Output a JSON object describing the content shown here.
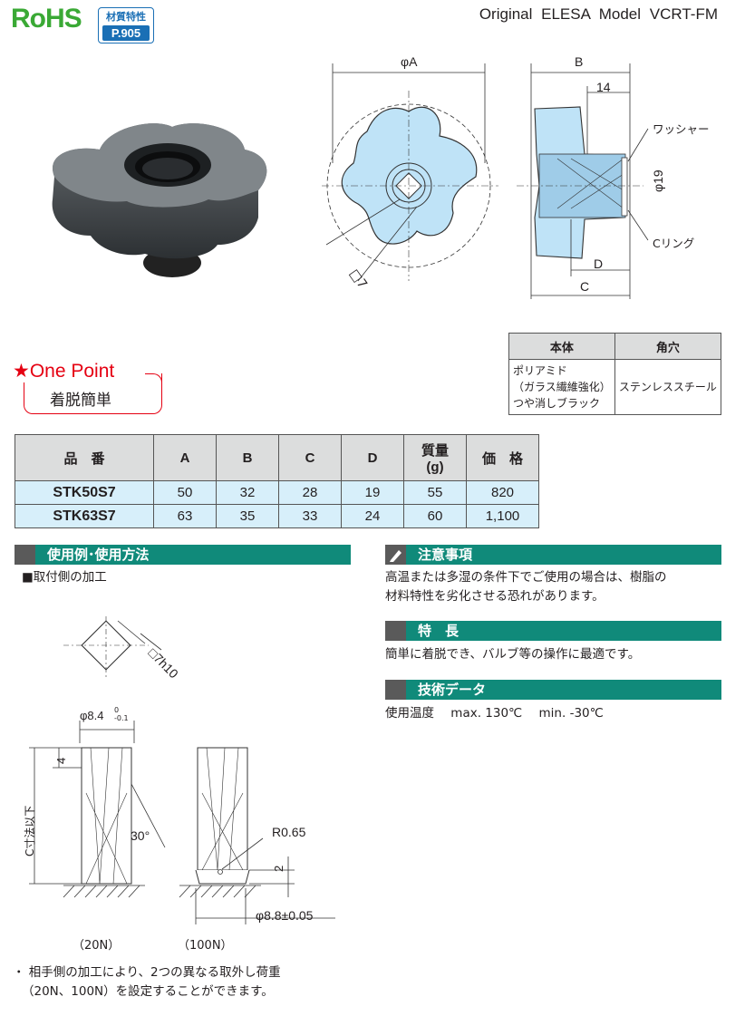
{
  "header": {
    "rohs": "RoHS",
    "badge_top": "材質特性",
    "badge_page": "P.905",
    "model": "Original ELESA Model VCRT-FM"
  },
  "drawing": {
    "phiA": "φA",
    "sq7": "□7",
    "B": "B",
    "dim14": "14",
    "washer": "ワッシャー",
    "phi19": "φ19",
    "oring": "Cリング",
    "D": "D",
    "C": "C"
  },
  "material_table": {
    "headers": [
      "本体",
      "角穴"
    ],
    "body": [
      "ポリアミド",
      "（ガラス繊維強化）",
      "つや消しブラック"
    ],
    "hole": "ステンレススチール"
  },
  "one_point": {
    "title": "★One Point",
    "text": "着脱簡単"
  },
  "spec_table": {
    "headers": [
      "品　番",
      "A",
      "B",
      "C",
      "D",
      "質量",
      "(g)",
      "価　格"
    ],
    "rows": [
      [
        "STK50S7",
        "50",
        "32",
        "28",
        "19",
        "55",
        "820"
      ],
      [
        "STK63S7",
        "63",
        "35",
        "33",
        "24",
        "60",
        "1,100"
      ]
    ]
  },
  "usage": {
    "title": "使用例･使用方法",
    "sub": "■取付側の加工",
    "sq7h10": "□7h10",
    "phi84": "φ8.4",
    "tol_top": "0",
    "tol_bot": "-0.1",
    "dim4": "4",
    "c_label": "C寸法以下",
    "deg30": "30°",
    "r065": "R0.65",
    "dim2": "2",
    "phi88": "φ8.8±0.05",
    "label20": "（20N）",
    "label100": "（100N）",
    "note1": "・ 相手側の加工により、2つの異なる取外し荷重",
    "note2": "（20N、100N）を設定することができます。"
  },
  "caution": {
    "title": "注意事項",
    "line1": "高温または多湿の条件下でご使用の場合は、樹脂の",
    "line2": "材料特性を劣化させる恐れがあります。"
  },
  "feature": {
    "title": "特　長",
    "text": "簡単に着脱でき、バルブ等の操作に最適です。"
  },
  "tech": {
    "title": "技術データ",
    "label": "使用温度",
    "max": "max. 130℃",
    "min": "min. -30℃"
  },
  "colors": {
    "green": "#108a7a",
    "red": "#e50012",
    "blue_fill": "#bfe3f7",
    "row_blue": "#d7effa"
  }
}
